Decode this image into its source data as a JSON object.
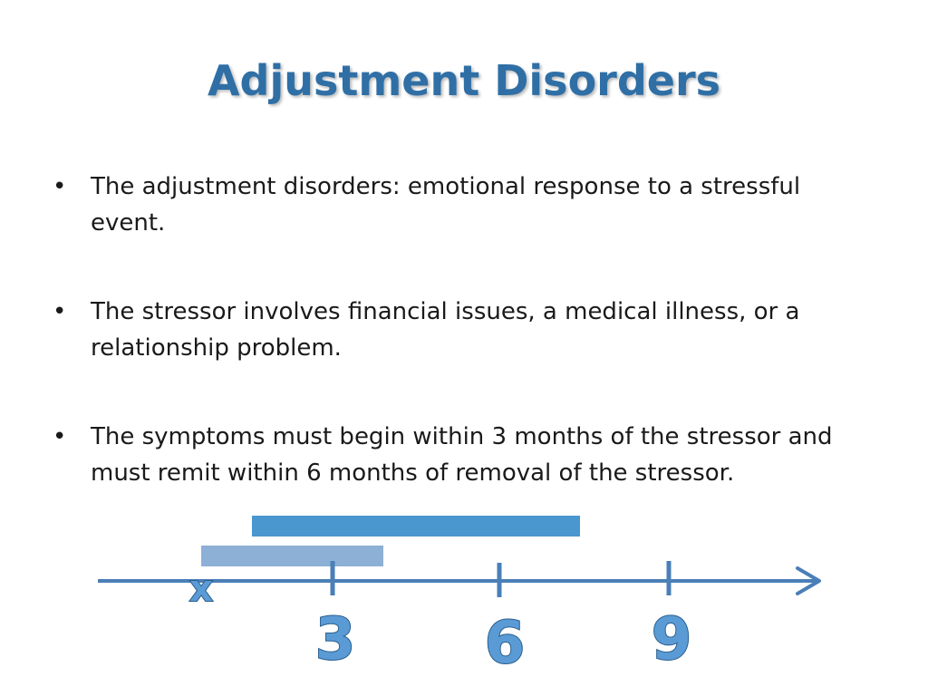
{
  "slide": {
    "title": "Adjustment Disorders",
    "bullet_glyph": "•",
    "bullets": [
      "The adjustment disorders: emotional response to a stressful event.",
      "The stressor involves financial issues, a medical illness, or a relationship problem.",
      "The symptoms must begin within 3 months of the stressor and must remit within 6 months of removal of the stressor."
    ]
  },
  "timeline": {
    "onset_marker": "x",
    "tick_labels": [
      "3",
      "6",
      "9"
    ],
    "colors": {
      "axis": "#4a7fb8",
      "upper_bar": "#4a96cf",
      "lower_bar": "#8db0d6"
    }
  }
}
